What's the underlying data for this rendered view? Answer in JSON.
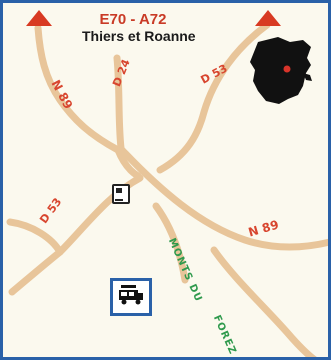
{
  "title": {
    "route": "E70 - A72",
    "destination": "Thiers et Roanne"
  },
  "road_labels": {
    "n89_north": "N 89",
    "n89_east": "N 89",
    "d24": "D 24",
    "d53_northeast": "D 53",
    "d53_southwest": "D 53"
  },
  "region_label": {
    "monts": "MONTS DU",
    "forez": "FOREZ"
  },
  "icons": {
    "north_arrow": "red-triangle-arrow-icon",
    "bus": "bus-icon",
    "camper": "camping-car-icon",
    "france": "france-map-icon"
  },
  "colors": {
    "road": "#e8c59a",
    "road_label": "#d8462f",
    "arrow": "#d83a22",
    "frame": "#2a61a8",
    "region_label": "#2f9a4d",
    "france": "#111111",
    "location_marker": "#d8342a"
  }
}
